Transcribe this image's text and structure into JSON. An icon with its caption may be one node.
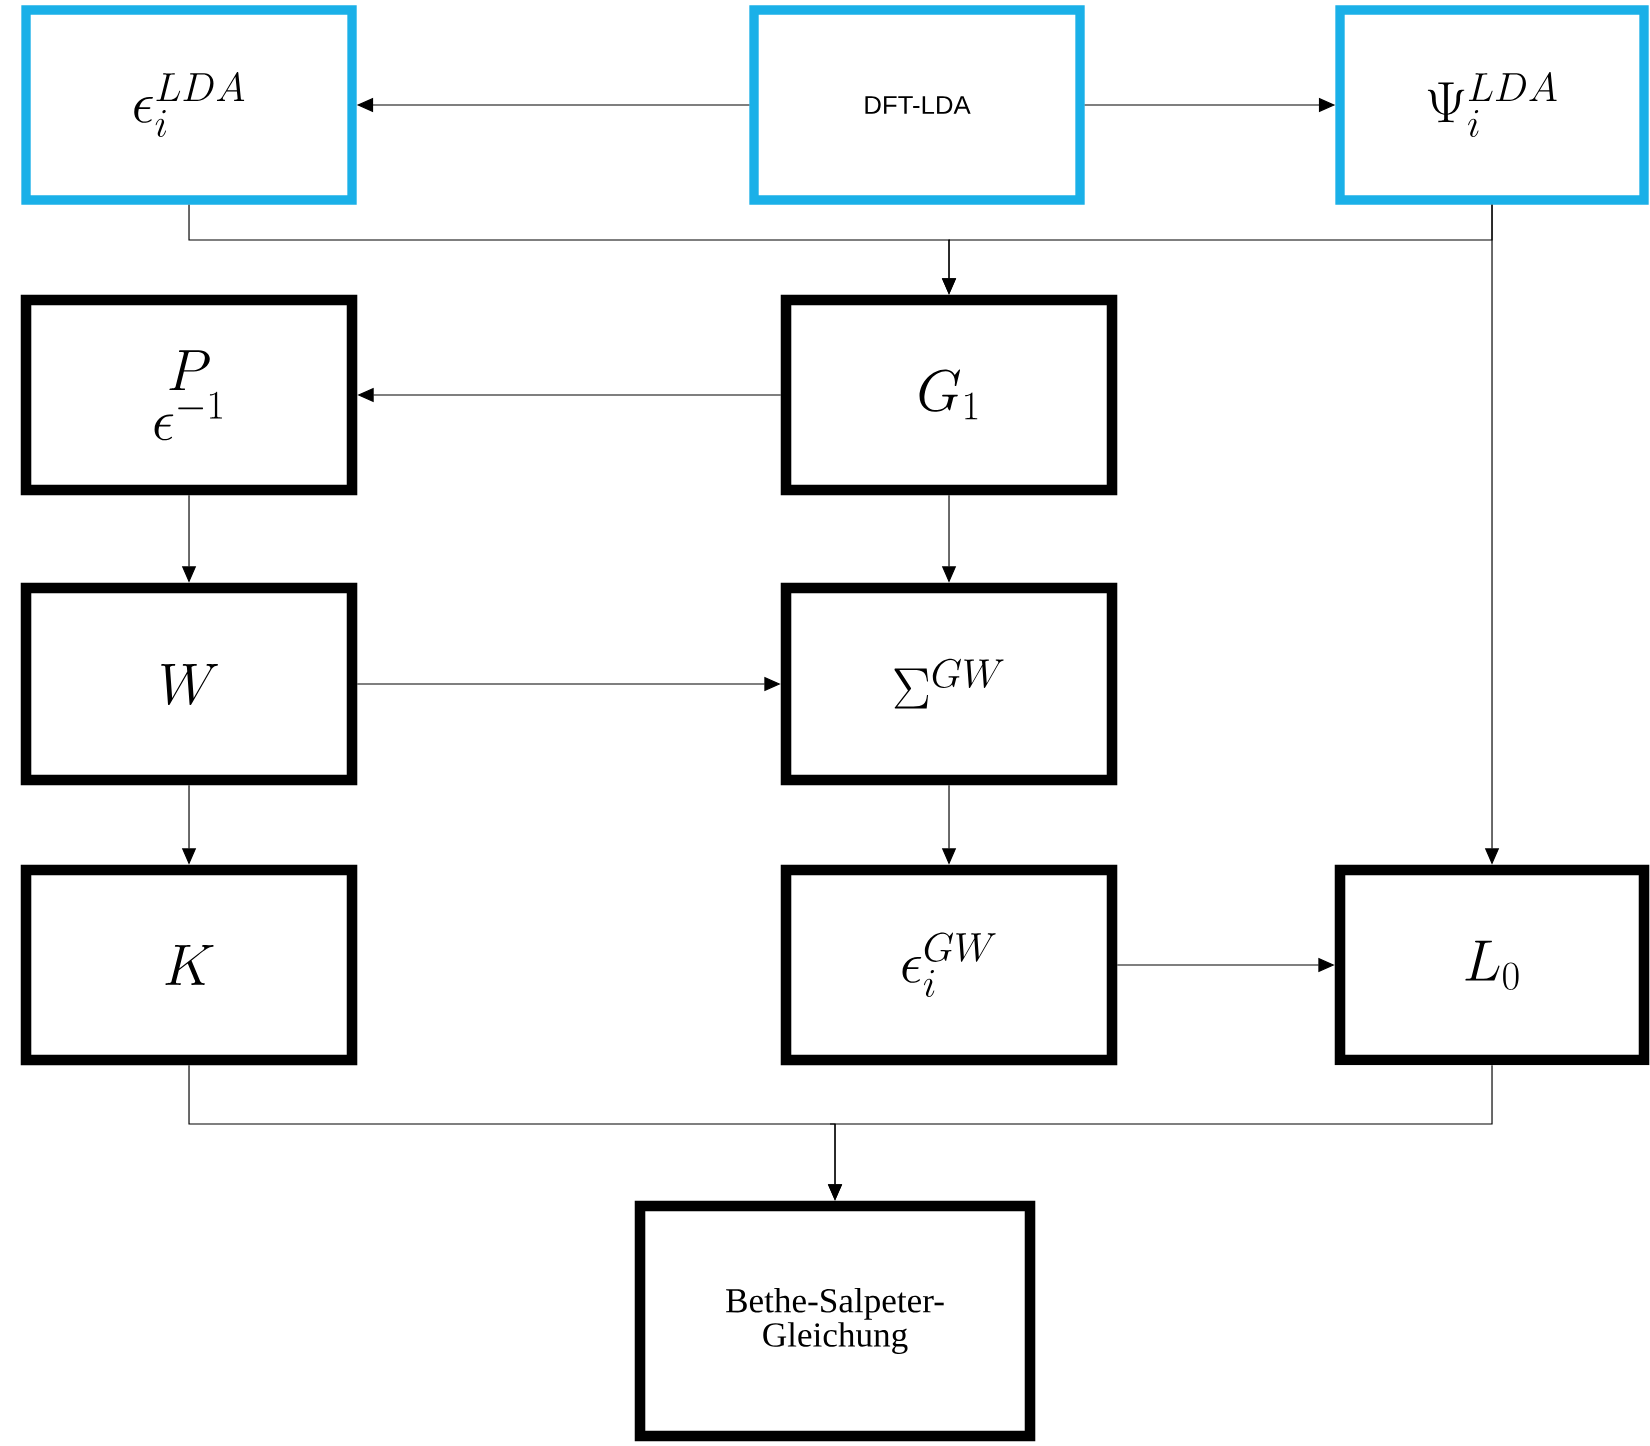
{
  "diagram": {
    "nodes": [
      {
        "text": [
          "\\epsilon_i^{LDA}"
        ]
      },
      {
        "text": [
          "DFT-LDA"
        ]
      },
      {
        "text": [
          "\\Psi_i^{LDA}"
        ]
      },
      {
        "text": [
          "P",
          "\\epsilon^{-1}"
        ]
      },
      {
        "text": [
          "G_1"
        ]
      },
      {
        "text": [
          "W"
        ]
      },
      {
        "text": [
          "\\Sigma^{GW}"
        ]
      },
      {
        "text": [
          "K"
        ]
      },
      {
        "text": [
          "\\epsilon_i^{GW}"
        ]
      },
      {
        "text": [
          "L_0"
        ]
      },
      {
        "text": [
          "Bethe-Salpeter-Gleichung"
        ]
      }
    ],
    "edges": [
      {
        "from": 1,
        "to": 0,
        "arrow": "to"
      },
      {
        "from": 1,
        "to": 2,
        "arrow": "to"
      },
      {
        "from": 0,
        "to": 4,
        "arrow": "to"
      },
      {
        "from": 2,
        "to": 4,
        "arrow": "to"
      },
      {
        "from": 2,
        "to": 9,
        "arrow": "to"
      },
      {
        "from": 4,
        "to": 3,
        "arrow": "to"
      },
      {
        "from": 3,
        "to": 5,
        "arrow": "to"
      },
      {
        "from": 5,
        "to": 6,
        "arrow": "to"
      },
      {
        "from": 4,
        "to": 6,
        "arrow": "to"
      },
      {
        "from": 5,
        "to": 7,
        "arrow": "to"
      },
      {
        "from": 6,
        "to": 8,
        "arrow": "to"
      },
      {
        "from": 8,
        "to": 9,
        "arrow": "to"
      },
      {
        "from": 7,
        "to": 10,
        "arrow": "to"
      },
      {
        "from": 9,
        "to": 10,
        "arrow": "to"
      }
    ]
  }
}
